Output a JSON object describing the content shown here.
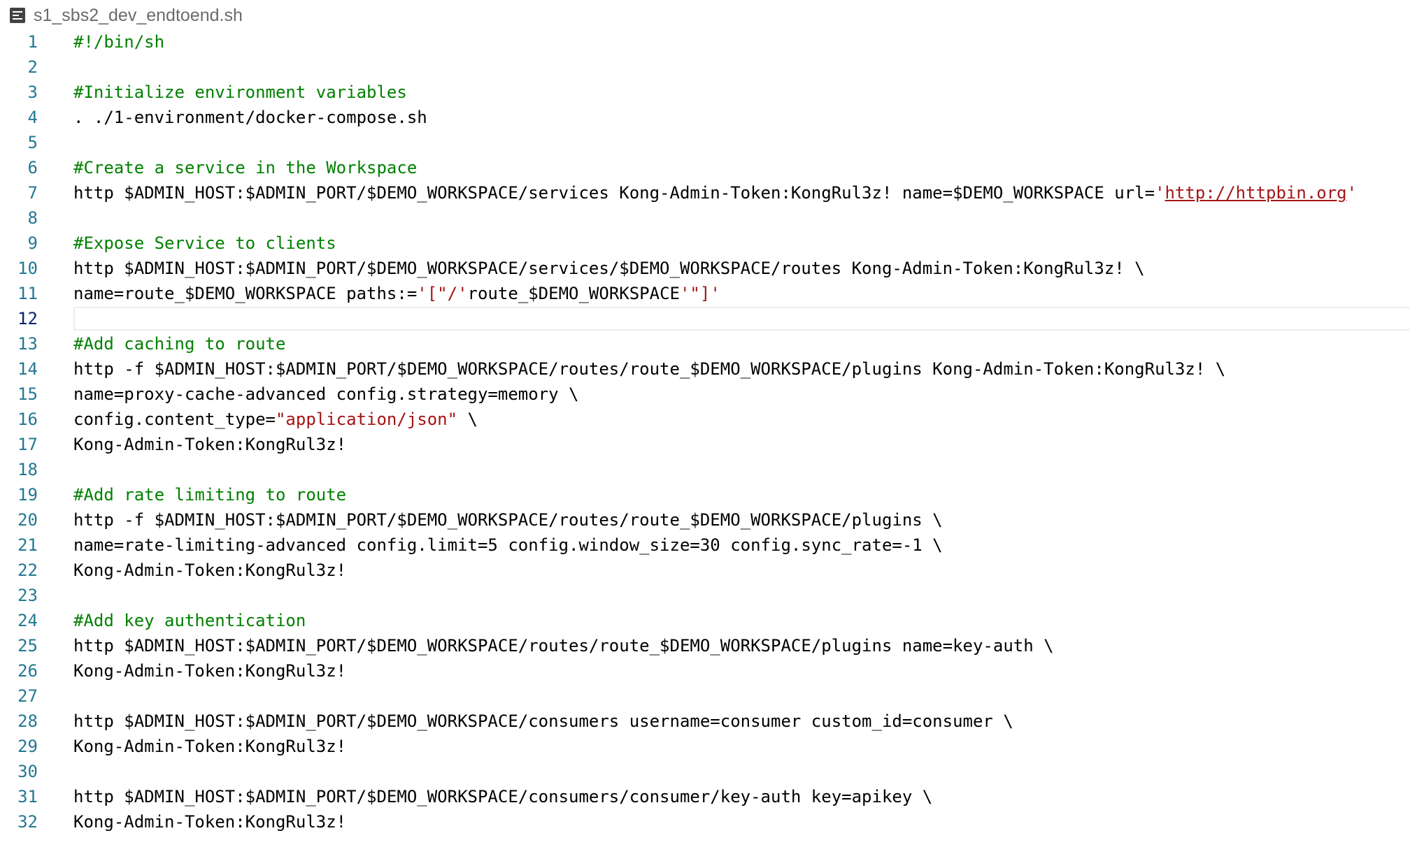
{
  "tab": {
    "title": "s1_sbs2_dev_endtoend.sh",
    "icon": "file-text-icon"
  },
  "editor": {
    "current_line": 12,
    "colors": {
      "comment": "#008000",
      "string": "#a31515",
      "line_number": "#237893",
      "current_line_number": "#0b216f"
    },
    "lines": [
      {
        "n": "1",
        "tokens": [
          {
            "t": "#!/bin/sh",
            "c": "comment"
          }
        ]
      },
      {
        "n": "2",
        "tokens": []
      },
      {
        "n": "3",
        "tokens": [
          {
            "t": "#Initialize environment variables",
            "c": "comment"
          }
        ]
      },
      {
        "n": "4",
        "tokens": [
          {
            "t": ". ./1-environment/docker-compose.sh",
            "c": ""
          }
        ]
      },
      {
        "n": "5",
        "tokens": []
      },
      {
        "n": "6",
        "tokens": [
          {
            "t": "#Create a service in the Workspace",
            "c": "comment"
          }
        ]
      },
      {
        "n": "7",
        "tokens": [
          {
            "t": "http $ADMIN_HOST:$ADMIN_PORT/$DEMO_WORKSPACE/services Kong-Admin-Token:KongRul3z! name=$DEMO_WORKSPACE url=",
            "c": ""
          },
          {
            "t": "'",
            "c": "string"
          },
          {
            "t": "http://httpbin.org",
            "c": "link"
          },
          {
            "t": "'",
            "c": "string"
          }
        ]
      },
      {
        "n": "8",
        "tokens": []
      },
      {
        "n": "9",
        "tokens": [
          {
            "t": "#Expose Service to clients",
            "c": "comment"
          }
        ]
      },
      {
        "n": "10",
        "tokens": [
          {
            "t": "http $ADMIN_HOST:$ADMIN_PORT/$DEMO_WORKSPACE/services/$DEMO_WORKSPACE/routes Kong-Admin-Token:KongRul3z! \\",
            "c": ""
          }
        ]
      },
      {
        "n": "11",
        "tokens": [
          {
            "t": "name=route_$DEMO_WORKSPACE paths:=",
            "c": ""
          },
          {
            "t": "'[\"/'",
            "c": "string"
          },
          {
            "t": "route_$DEMO_WORKSPACE",
            "c": ""
          },
          {
            "t": "'\"]'",
            "c": "string"
          }
        ]
      },
      {
        "n": "12",
        "tokens": []
      },
      {
        "n": "13",
        "tokens": [
          {
            "t": "#Add caching to route",
            "c": "comment"
          }
        ]
      },
      {
        "n": "14",
        "tokens": [
          {
            "t": "http -f $ADMIN_HOST:$ADMIN_PORT/$DEMO_WORKSPACE/routes/route_$DEMO_WORKSPACE/plugins Kong-Admin-Token:KongRul3z! \\",
            "c": ""
          }
        ]
      },
      {
        "n": "15",
        "tokens": [
          {
            "t": "name=proxy-cache-advanced config.strategy=memory \\",
            "c": ""
          }
        ]
      },
      {
        "n": "16",
        "tokens": [
          {
            "t": "config.content_type=",
            "c": ""
          },
          {
            "t": "\"application/json\"",
            "c": "string"
          },
          {
            "t": " \\",
            "c": ""
          }
        ]
      },
      {
        "n": "17",
        "tokens": [
          {
            "t": "Kong-Admin-Token:KongRul3z!",
            "c": ""
          }
        ]
      },
      {
        "n": "18",
        "tokens": []
      },
      {
        "n": "19",
        "tokens": [
          {
            "t": "#Add rate limiting to route",
            "c": "comment"
          }
        ]
      },
      {
        "n": "20",
        "tokens": [
          {
            "t": "http -f $ADMIN_HOST:$ADMIN_PORT/$DEMO_WORKSPACE/routes/route_$DEMO_WORKSPACE/plugins \\",
            "c": ""
          }
        ]
      },
      {
        "n": "21",
        "tokens": [
          {
            "t": "name=rate-limiting-advanced config.limit=5 config.window_size=30 config.sync_rate=-1 \\",
            "c": ""
          }
        ]
      },
      {
        "n": "22",
        "tokens": [
          {
            "t": "Kong-Admin-Token:KongRul3z!",
            "c": ""
          }
        ]
      },
      {
        "n": "23",
        "tokens": []
      },
      {
        "n": "24",
        "tokens": [
          {
            "t": "#Add key authentication",
            "c": "comment"
          }
        ]
      },
      {
        "n": "25",
        "tokens": [
          {
            "t": "http $ADMIN_HOST:$ADMIN_PORT/$DEMO_WORKSPACE/routes/route_$DEMO_WORKSPACE/plugins name=key-auth \\",
            "c": ""
          }
        ]
      },
      {
        "n": "26",
        "tokens": [
          {
            "t": "Kong-Admin-Token:KongRul3z!",
            "c": ""
          }
        ]
      },
      {
        "n": "27",
        "tokens": []
      },
      {
        "n": "28",
        "tokens": [
          {
            "t": "http $ADMIN_HOST:$ADMIN_PORT/$DEMO_WORKSPACE/consumers username=consumer custom_id=consumer \\",
            "c": ""
          }
        ]
      },
      {
        "n": "29",
        "tokens": [
          {
            "t": "Kong-Admin-Token:KongRul3z!",
            "c": ""
          }
        ]
      },
      {
        "n": "30",
        "tokens": []
      },
      {
        "n": "31",
        "tokens": [
          {
            "t": "http $ADMIN_HOST:$ADMIN_PORT/$DEMO_WORKSPACE/consumers/consumer/key-auth key=apikey \\",
            "c": ""
          }
        ]
      },
      {
        "n": "32",
        "tokens": [
          {
            "t": "Kong-Admin-Token:KongRul3z!",
            "c": ""
          }
        ]
      }
    ]
  }
}
